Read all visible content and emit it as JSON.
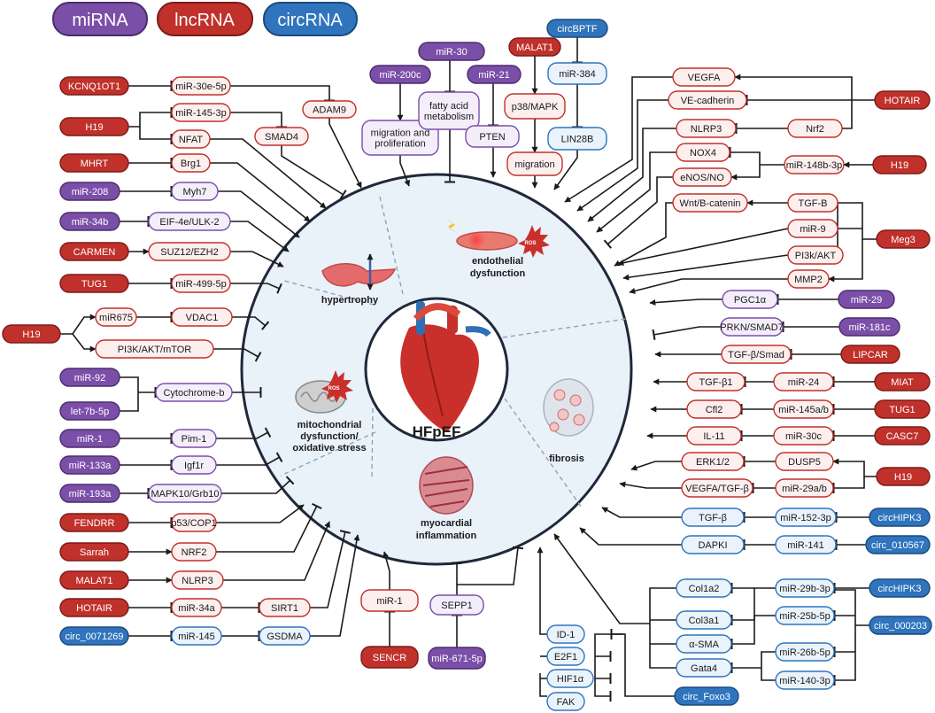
{
  "legend": {
    "mirna": "miRNA",
    "lncrna": "lncRNA",
    "circrna": "circRNA"
  },
  "colors": {
    "mirna": "#7b4fa8",
    "lncrna": "#c0312b",
    "circrna": "#2f74bd",
    "ink": "#1a1a1a",
    "circle": "#e9f1f9"
  },
  "center": {
    "label": "HFpEF"
  },
  "sectors": {
    "hypertrophy": "hypertrophy",
    "endothelial": [
      "endothelial",
      "dysfunction"
    ],
    "fibrosis": "fibrosis",
    "mito": [
      "mitochondrial",
      "dysfunction/",
      "oxidative stress"
    ],
    "inflammation": [
      "myocardial",
      "inflammation"
    ]
  },
  "icons": [
    "heart-icon",
    "cell-icon",
    "mitochondria-icon",
    "fibrosis-cells-icon",
    "inflamed-tissue-icon",
    "lightning-icon",
    "ros-burst-icon"
  ],
  "ros": "ROS",
  "nodes": {
    "t1_kcnq": "KCNQ1OT1",
    "t1_mir30e": "miR-30e-5p",
    "t1_adam9": "ADAM9",
    "t2_h19": "H19",
    "t2_mir145": "miR-145-3p",
    "t2_smad4": "SMAD4",
    "t2_nfat": "NFAT",
    "t3_mhrt": "MHRT",
    "t3_brg1": "Brg1",
    "t4_mir208": "miR-208",
    "t4_myh7": "Myh7",
    "t5_mir34b": "miR-34b",
    "t5_eif": "EIF-4e/ULK-2",
    "t6_carmen": "CARMEN",
    "t6_suz": "SUZ12/EZH2",
    "t7_tug1": "TUG1",
    "t7_mir499": "miR-499-5p",
    "m1_h19": "H19",
    "m1_mir675": "miR675",
    "m1_vdac1": "VDAC1",
    "m1_pi3k": "PI3K/AKT/mTOR",
    "m2_mir92": "miR-92",
    "m2_let7": "let-7b-5p",
    "m2_cytb": "Cytochrome-b",
    "m3_mir1": "miR-1",
    "m3_pim1": "Pim-1",
    "m4_mir133": "miR-133a",
    "m4_igf": "Igf1r",
    "m5_mir193": "miR-193a",
    "m5_mapk": "MAPK10/Grb10",
    "m6_fendrr": "FENDRR",
    "m6_p53": "p53/COP1",
    "m7_sarrah": "Sarrah",
    "m7_nrf2": "NRF2",
    "m8_malat1": "MALAT1",
    "m8_nlrp3": "NLRP3",
    "m9_hotair": "HOTAIR",
    "m9_mir34a": "miR-34a",
    "m9_sirt1": "SIRT1",
    "m10_circ": "circ_0071269",
    "m10_mir145": "miR-145",
    "m10_gsdma": "GSDMA",
    "e1_mir200c": "miR-200c",
    "e1_mig": [
      "migration and",
      "proliferation"
    ],
    "e2_mir30": "miR-30",
    "e2_fa": [
      "fatty acid",
      "metabolism"
    ],
    "e3_mir21": "miR-21",
    "e3_pten": "PTEN",
    "e4_malat1": "MALAT1",
    "e4_p38": "p38/MAPK",
    "e4_migration": "migration",
    "e5_circbptf": "circBPTF",
    "e5_mir384": "miR-384",
    "e5_lin28b": "LIN28B",
    "e6_vegfa": "VEGFA",
    "e6_vecad": "VE-cadherin",
    "e6_hotair": "HOTAIR",
    "e6_nlrp3": "NLRP3",
    "e6_nrf2": "Nrf2",
    "e7_nox4": "NOX4",
    "e7_enos": "eNOS/NO",
    "e7_mir148": "miR-148b-3p",
    "e7_h19": "H19",
    "f1_wnt": "Wnt/B-catenin",
    "f1_tgfb": "TGF-B",
    "f1_mir9": "miR-9",
    "f1_pi3k": "PI3k/AKT",
    "f1_mmp2": "MMP2",
    "f1_meg3": "Meg3",
    "f2_pgc": "PGC1α",
    "f2_mir29": "miR-29",
    "f3_prkn": "PRKN/SMAD7",
    "f3_mir181": "miR-181c",
    "f4_tgfsmad": "TGF-β/Smad",
    "f4_lipcar": "LIPCAR",
    "f5_tgfb1": "TGF-β1",
    "f5_mir24": "miR-24",
    "f5_miat": "MIAT",
    "f6_cfl2": "Cfl2",
    "f6_mir145ab": "miR-145a/b",
    "f6_tug1": "TUG1",
    "f7_il11": "IL-11",
    "f7_mir30c": "miR-30c",
    "f7_casc7": "CASC7",
    "f8_erk": "ERK1/2",
    "f8_dusp5": "DUSP5",
    "f8_h19": "H19",
    "f9_vegfa": "VEGFA/TGF-β",
    "f9_mir29ab": "miR-29a/b",
    "f10_tgfb": "TGF-β",
    "f10_mir152": "miR-152-3p",
    "f10_circ": "circHIPK3",
    "f11_dapki": "DAPKI",
    "f11_mir141": "miR-141",
    "f11_circ": "circ_010567",
    "f12_col1": "Col1a2",
    "f12_mir29b": "miR-29b-3p",
    "f12_circhipk3": "circHIPK3",
    "f12_col3": "Col3a1",
    "f12_mir25b": "miR-25b-5p",
    "f12_asma": "α-SMA",
    "f12_circ000203": "circ_000203",
    "f12_gata4": "Gata4",
    "f12_mir26b": "miR-26b-5p",
    "f12_mir140": "miR-140-3p",
    "i1_mir1": "miR-1",
    "i1_sencr": "SENCR",
    "i2_sepp1": "SEPP1",
    "i2_mir671": "miR-671-5p",
    "i3_id1": "ID-1",
    "i3_e2f1": "E2F1",
    "i3_hif": "HIF1α",
    "i3_fak": "FAK",
    "i3_foxo3": "circ_Foxo3"
  }
}
